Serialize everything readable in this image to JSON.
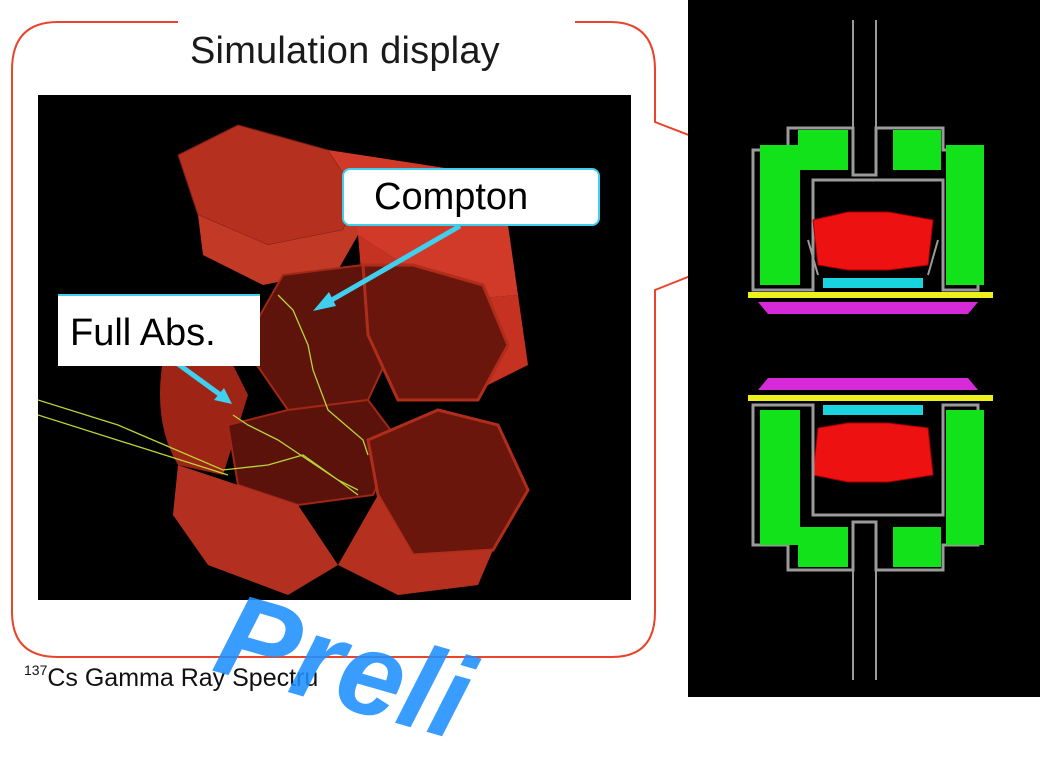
{
  "callout": {
    "title": "Simulation display"
  },
  "labels": {
    "compton": "Compton",
    "full_abs": "Full Abs."
  },
  "caption": {
    "isotope_mass": "137",
    "text": "Cs Gamma Ray Spectru"
  },
  "watermark": {
    "text": "Preli"
  },
  "colors": {
    "callout_border": "#e8452c",
    "crystal": "#b5301f",
    "crystal_dark": "#5e130b",
    "track": "#b8d43a",
    "arrow": "#3ed0ee",
    "detector_green": "#12e21a",
    "detector_red": "#ee1111",
    "detector_cyan": "#19d3df",
    "detector_yellow": "#eef01e",
    "detector_magenta": "#d62ad9",
    "watermark": "#1e8fff"
  }
}
